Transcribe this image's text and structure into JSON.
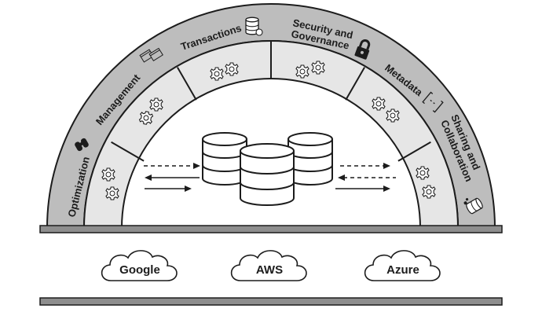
{
  "outer_labels": {
    "optimization": "Optimization",
    "management": "Management",
    "transactions": "Transactions",
    "security_line1": "Security and",
    "security_line2": "Governance",
    "metadata": "Metadata",
    "sharing_line1": "Sharing and",
    "sharing_line2": "Collaboration"
  },
  "clouds": {
    "left": "Google",
    "center": "AWS",
    "right": "Azure"
  },
  "icons": {
    "optimization": "binoculars-icon",
    "management": "windows-icon",
    "transactions": "database-icon",
    "security": "padlock-icon",
    "metadata": "brackets-icon",
    "sharing": "shared-database-icon",
    "segments": "gears-icon"
  },
  "colors": {
    "outer_band": "#bdbdbd",
    "inner_band": "#e6e6e6",
    "stroke": "#1c1c1c",
    "base_bar": "#8e8e8e"
  }
}
